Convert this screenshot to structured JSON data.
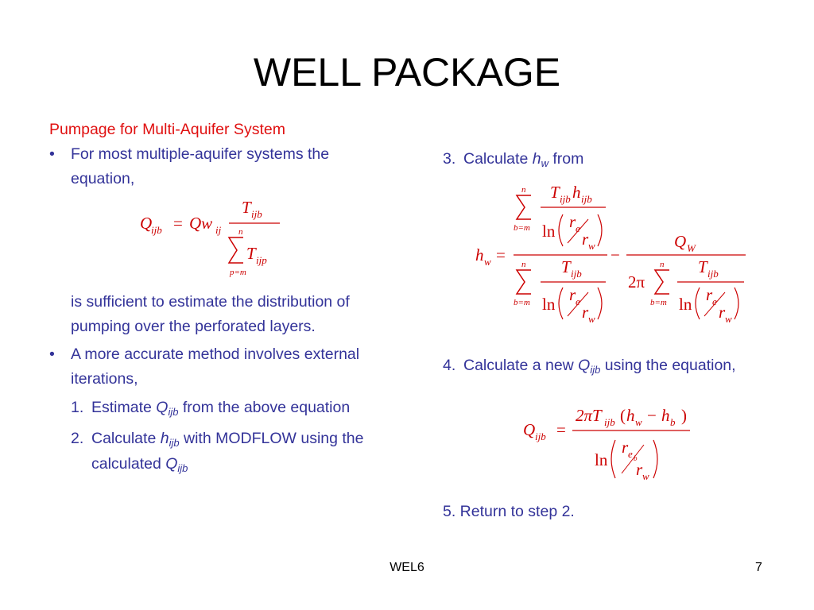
{
  "title": "WELL PACKAGE",
  "left": {
    "heading": "Pumpage for Multi-Aquifer System",
    "bullet_char": "•",
    "bullet1_line1": "For most multiple-aquifer systems the",
    "bullet1_line2": "equation,",
    "after_eq1_line1": "is sufficient to estimate the distribution of",
    "after_eq1_line2": "pumping over the perforated layers.",
    "bullet2_line1": "A more accurate method involves external",
    "bullet2_line2": "iterations,",
    "step1_num": "1.",
    "step1_pre": "Estimate ",
    "step1_var": "Q",
    "step1_sub": "ijb",
    "step1_post": " from the above equation",
    "step2_num": "2.",
    "step2_pre": "Calculate ",
    "step2_var": "h",
    "step2_sub": "ijb",
    "step2_post": " with MODFLOW using the",
    "step2_line2": "calculated ",
    "step2_var2": "Q",
    "step2_sub2": "ijb"
  },
  "right": {
    "step3_num": "3.",
    "step3_pre": "Calculate ",
    "step3_var": "h",
    "step3_sub": "w",
    "step3_post": " from",
    "step4_num": "4.",
    "step4_pre": "Calculate a new ",
    "step4_var": "Q",
    "step4_sub": "ijb",
    "step4_post": " using the equation,",
    "step5": "5. Return to step 2."
  },
  "equations": {
    "eq1": {
      "lhs": "Q",
      "lhs_sub": "ijb",
      "equals": "=",
      "q": "Qw",
      "q_sub": "ij",
      "num": "T",
      "num_sub": "ijb",
      "sum_top": "n",
      "sum_bot": "p=m",
      "den": "T",
      "den_sub": "ijp"
    },
    "eq2": {
      "lhs": "h",
      "lhs_sub": "w",
      "equals": "=",
      "minus": "−",
      "sum_top": "n",
      "sum_bot": "b=m",
      "T": "T",
      "T_sub": "ijb",
      "h": "h",
      "h_sub": "ijb",
      "ln": "ln",
      "re": "r",
      "re_sub": "e",
      "rw": "r",
      "rw_sub": "w",
      "Q": "Q",
      "Q_sub": "W",
      "two_pi": "2π"
    },
    "eq3": {
      "lhs": "Q",
      "lhs_sub": "ijb",
      "equals": "=",
      "num_pre": "2πT",
      "num_sub": "ijb",
      "paren_open": "(",
      "hw": "h",
      "hw_sub": "w",
      "minus": "−",
      "hb": "h",
      "hb_sub": "b",
      "paren_close": ")",
      "ln": "ln",
      "reb": "r",
      "reb_sub": "e",
      "reb_subsub": "b",
      "rw": "r",
      "rw_sub": "w"
    }
  },
  "footer": {
    "center": "WEL6",
    "page": "7"
  },
  "colors": {
    "title": "#000000",
    "body_text": "#333399",
    "heading": "#e01010",
    "equation": "#cc0000"
  }
}
